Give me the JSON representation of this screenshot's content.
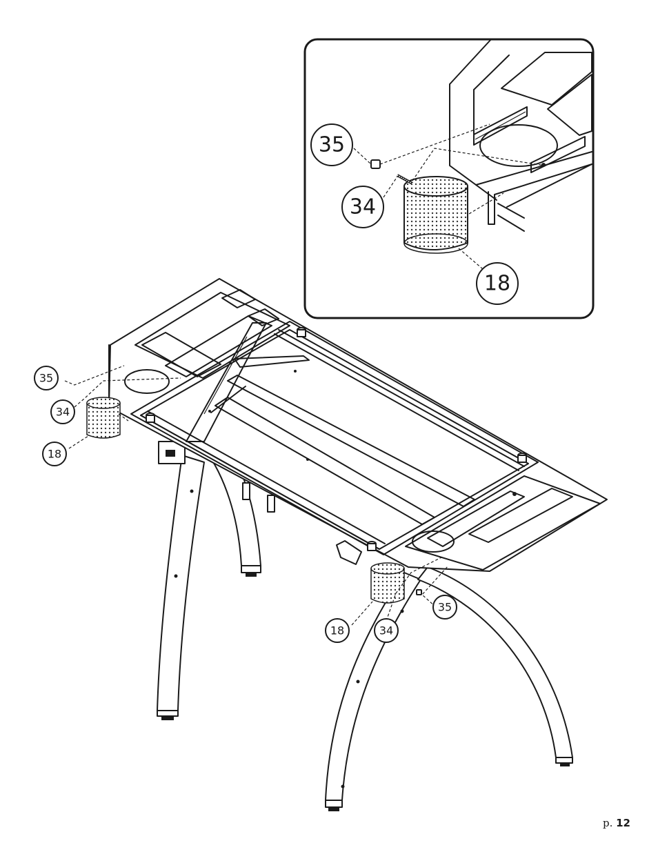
{
  "callouts": {
    "inset_35": "35",
    "inset_34": "34",
    "inset_18": "18",
    "left_35": "35",
    "left_34": "34",
    "left_18": "18",
    "right_35": "35",
    "right_34": "34",
    "right_18": "18"
  },
  "page": {
    "prefix": "p.",
    "number": "12"
  }
}
